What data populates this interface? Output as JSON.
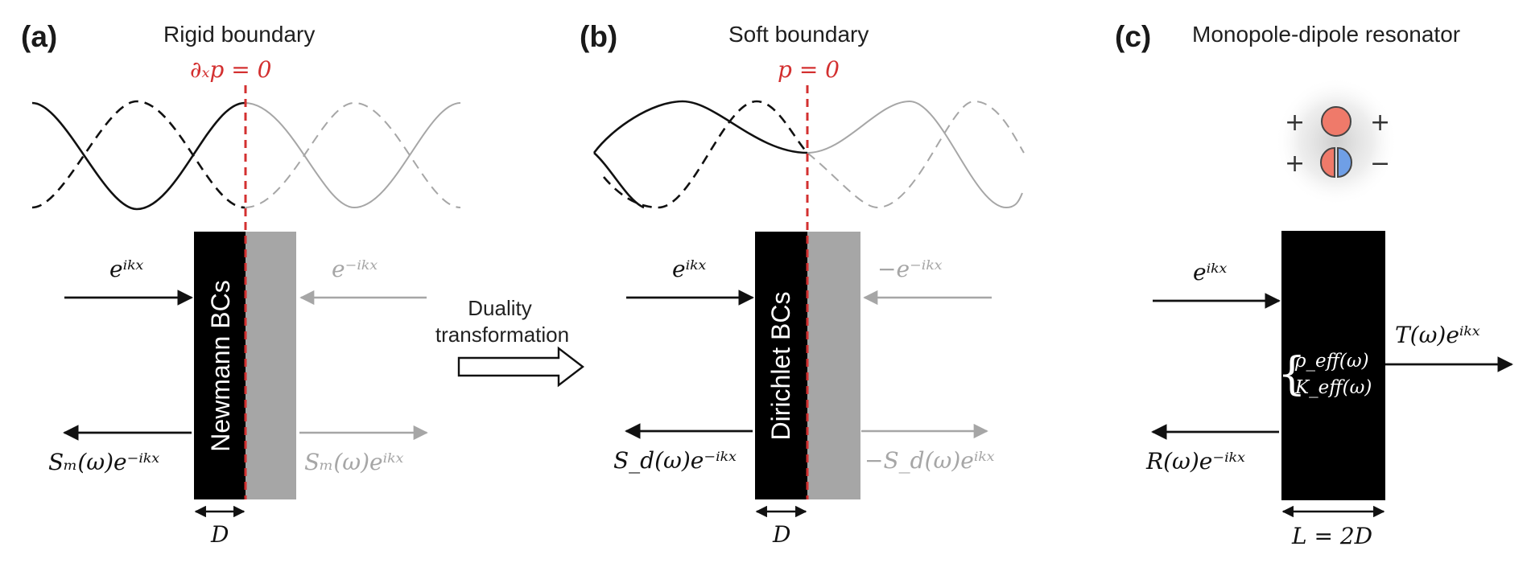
{
  "panels": {
    "a": {
      "letter": "(a)",
      "title": "Rigid boundary",
      "condition": "∂ₓp = 0",
      "slab_label": "Newmann BCs",
      "incident": "eⁱᵏˣ",
      "mirror_incident": "e⁻ⁱᵏˣ",
      "reflected": "Sₘ(ω)e⁻ⁱᵏˣ",
      "mirror_reflected": "Sₘ(ω)eⁱᵏˣ",
      "width": "D"
    },
    "b": {
      "letter": "(b)",
      "title": "Soft boundary",
      "condition": "p = 0",
      "slab_label": "Dirichlet BCs",
      "incident": "eⁱᵏˣ",
      "mirror_incident": "−e⁻ⁱᵏˣ",
      "reflected": "S_d(ω)e⁻ⁱᵏˣ",
      "mirror_reflected": "−S_d(ω)eⁱᵏˣ",
      "width": "D"
    },
    "c": {
      "letter": "(c)",
      "title": "Monopole-dipole resonator",
      "monopole_signs": [
        "+",
        "+"
      ],
      "dipole_signs": [
        "+",
        "−"
      ],
      "incident": "eⁱᵏˣ",
      "transmitted": "T(ω)eⁱᵏˣ",
      "reflected": "R(ω)e⁻ⁱᵏˣ",
      "rho": "ρ_eff(ω)",
      "kappa": "K_eff(ω)",
      "width": "L = 2D"
    }
  },
  "transform": {
    "line1": "Duality",
    "line2": "transformation"
  },
  "colors": {
    "red": "#d33030",
    "slab": "#000000",
    "mirror_slab": "#a6a6a6",
    "grey_wave": "#a6a6a6",
    "monopole": "#ef7a6a",
    "dipole_neg": "#6f9fe6"
  }
}
